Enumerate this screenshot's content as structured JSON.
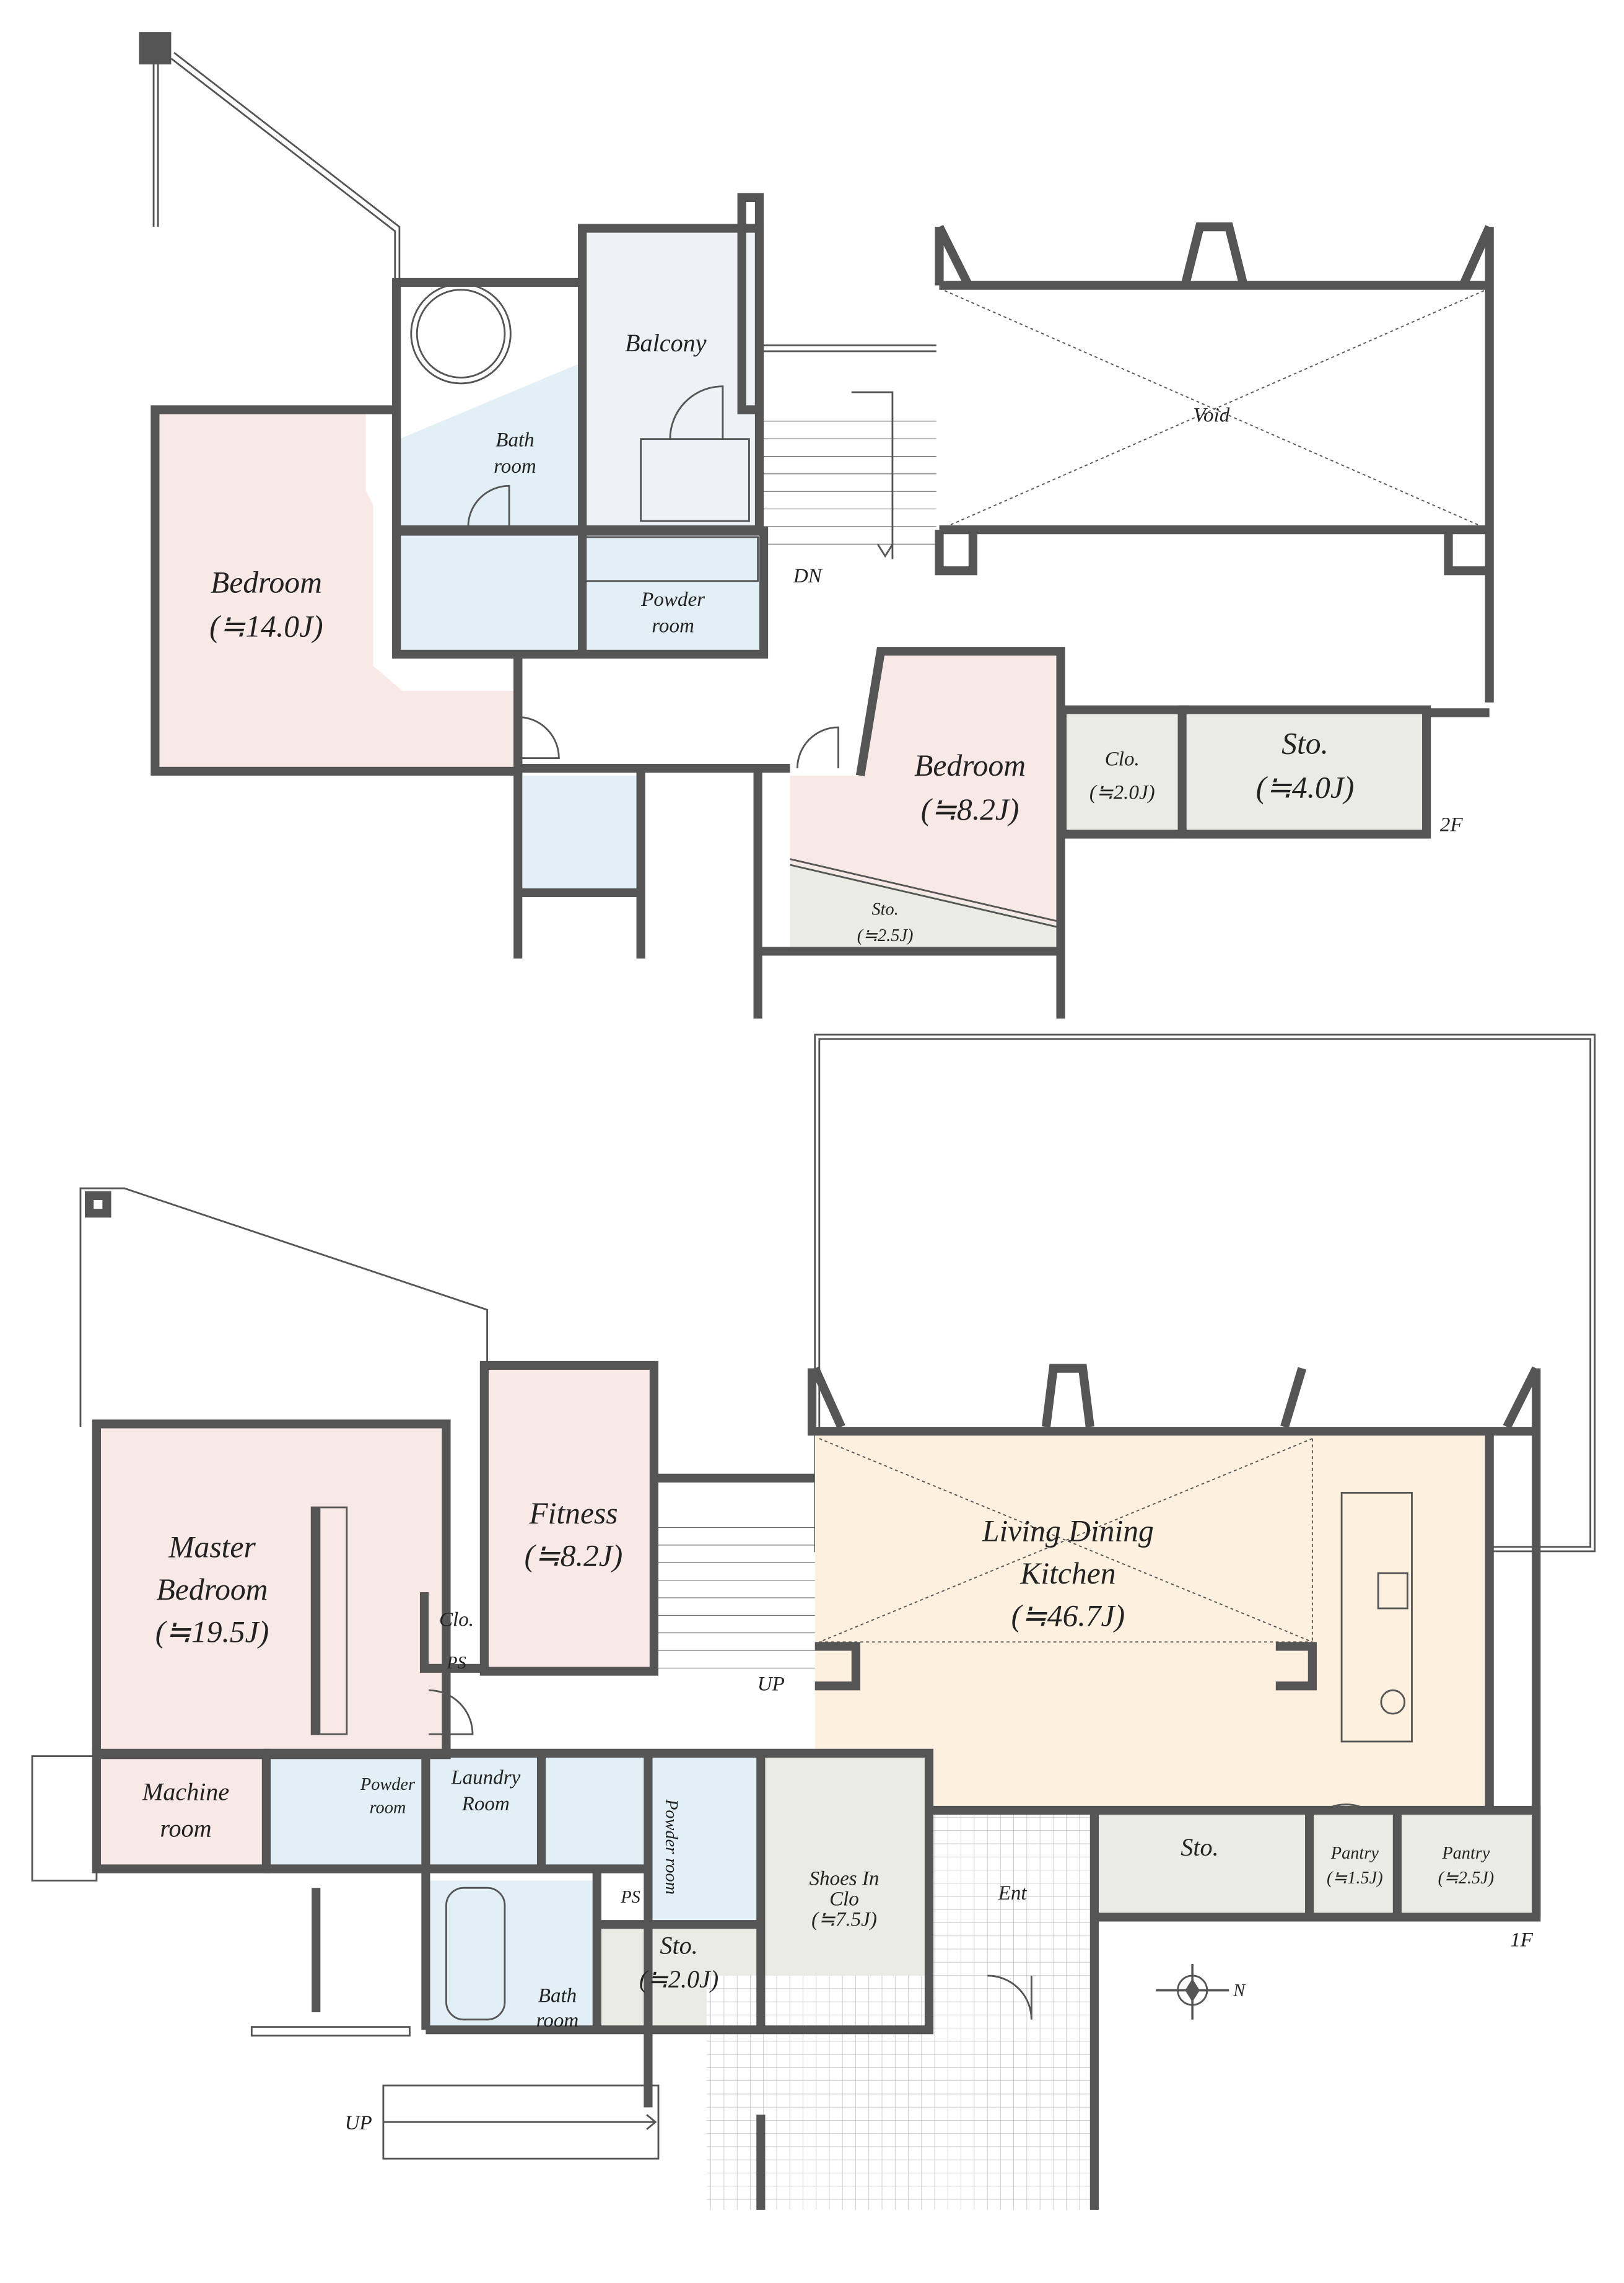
{
  "colors": {
    "wall": "#555555",
    "bedroom": "#f8e8e6",
    "wet_area": "#e3eff6",
    "storage": "#ebebe6",
    "living": "#fdf0df",
    "balcony": "#eef1f5"
  },
  "floor2": {
    "floor_label": "2F",
    "bedroom1": {
      "name": "Bedroom",
      "area": "(≒14.0J)"
    },
    "bath": {
      "line1": "Bath",
      "line2": "room"
    },
    "balcony": "Balcony",
    "powder": {
      "line1": "Powder",
      "line2": "room"
    },
    "stairs": "DN",
    "void": "Void",
    "bedroom2": {
      "name": "Bedroom",
      "area": "(≒8.2J)"
    },
    "closet": {
      "name": "Clo.",
      "area": "(≒2.0J)"
    },
    "storage": {
      "name": "Sto.",
      "area": "(≒4.0J)"
    },
    "storage_small": {
      "name": "Sto.",
      "area": "(≒2.5J)"
    }
  },
  "floor1": {
    "floor_label": "1F",
    "master": {
      "line1": "Master",
      "line2": "Bedroom",
      "area": "(≒19.5J)"
    },
    "fitness": {
      "name": "Fitness",
      "area": "(≒8.2J)"
    },
    "closet": "Clo.",
    "ps1": "PS",
    "stairs": "UP",
    "ldk": {
      "line1": "Living Dining",
      "line2": "Kitchen",
      "area": "(≒46.7J)"
    },
    "machine": {
      "line1": "Machine",
      "line2": "room"
    },
    "powder1": {
      "line1": "Powder",
      "line2": "room"
    },
    "laundry": {
      "line1": "Laundry",
      "line2": "Room"
    },
    "powder2": "Powder room",
    "ps2": "PS",
    "bath": {
      "line1": "Bath",
      "line2": "room"
    },
    "storage_small": {
      "name": "Sto.",
      "area": "(≒2.0J)"
    },
    "shoes": {
      "line1": "Shoes In",
      "line2": "Clo",
      "area": "(≒7.5J)"
    },
    "entrance": "Ent",
    "storage": "Sto.",
    "pantry1": {
      "name": "Pantry",
      "area": "(≒1.5J)"
    },
    "pantry2": {
      "name": "Pantry",
      "area": "(≒2.5J)"
    },
    "outdoor_stairs": "UP",
    "compass": "N"
  }
}
